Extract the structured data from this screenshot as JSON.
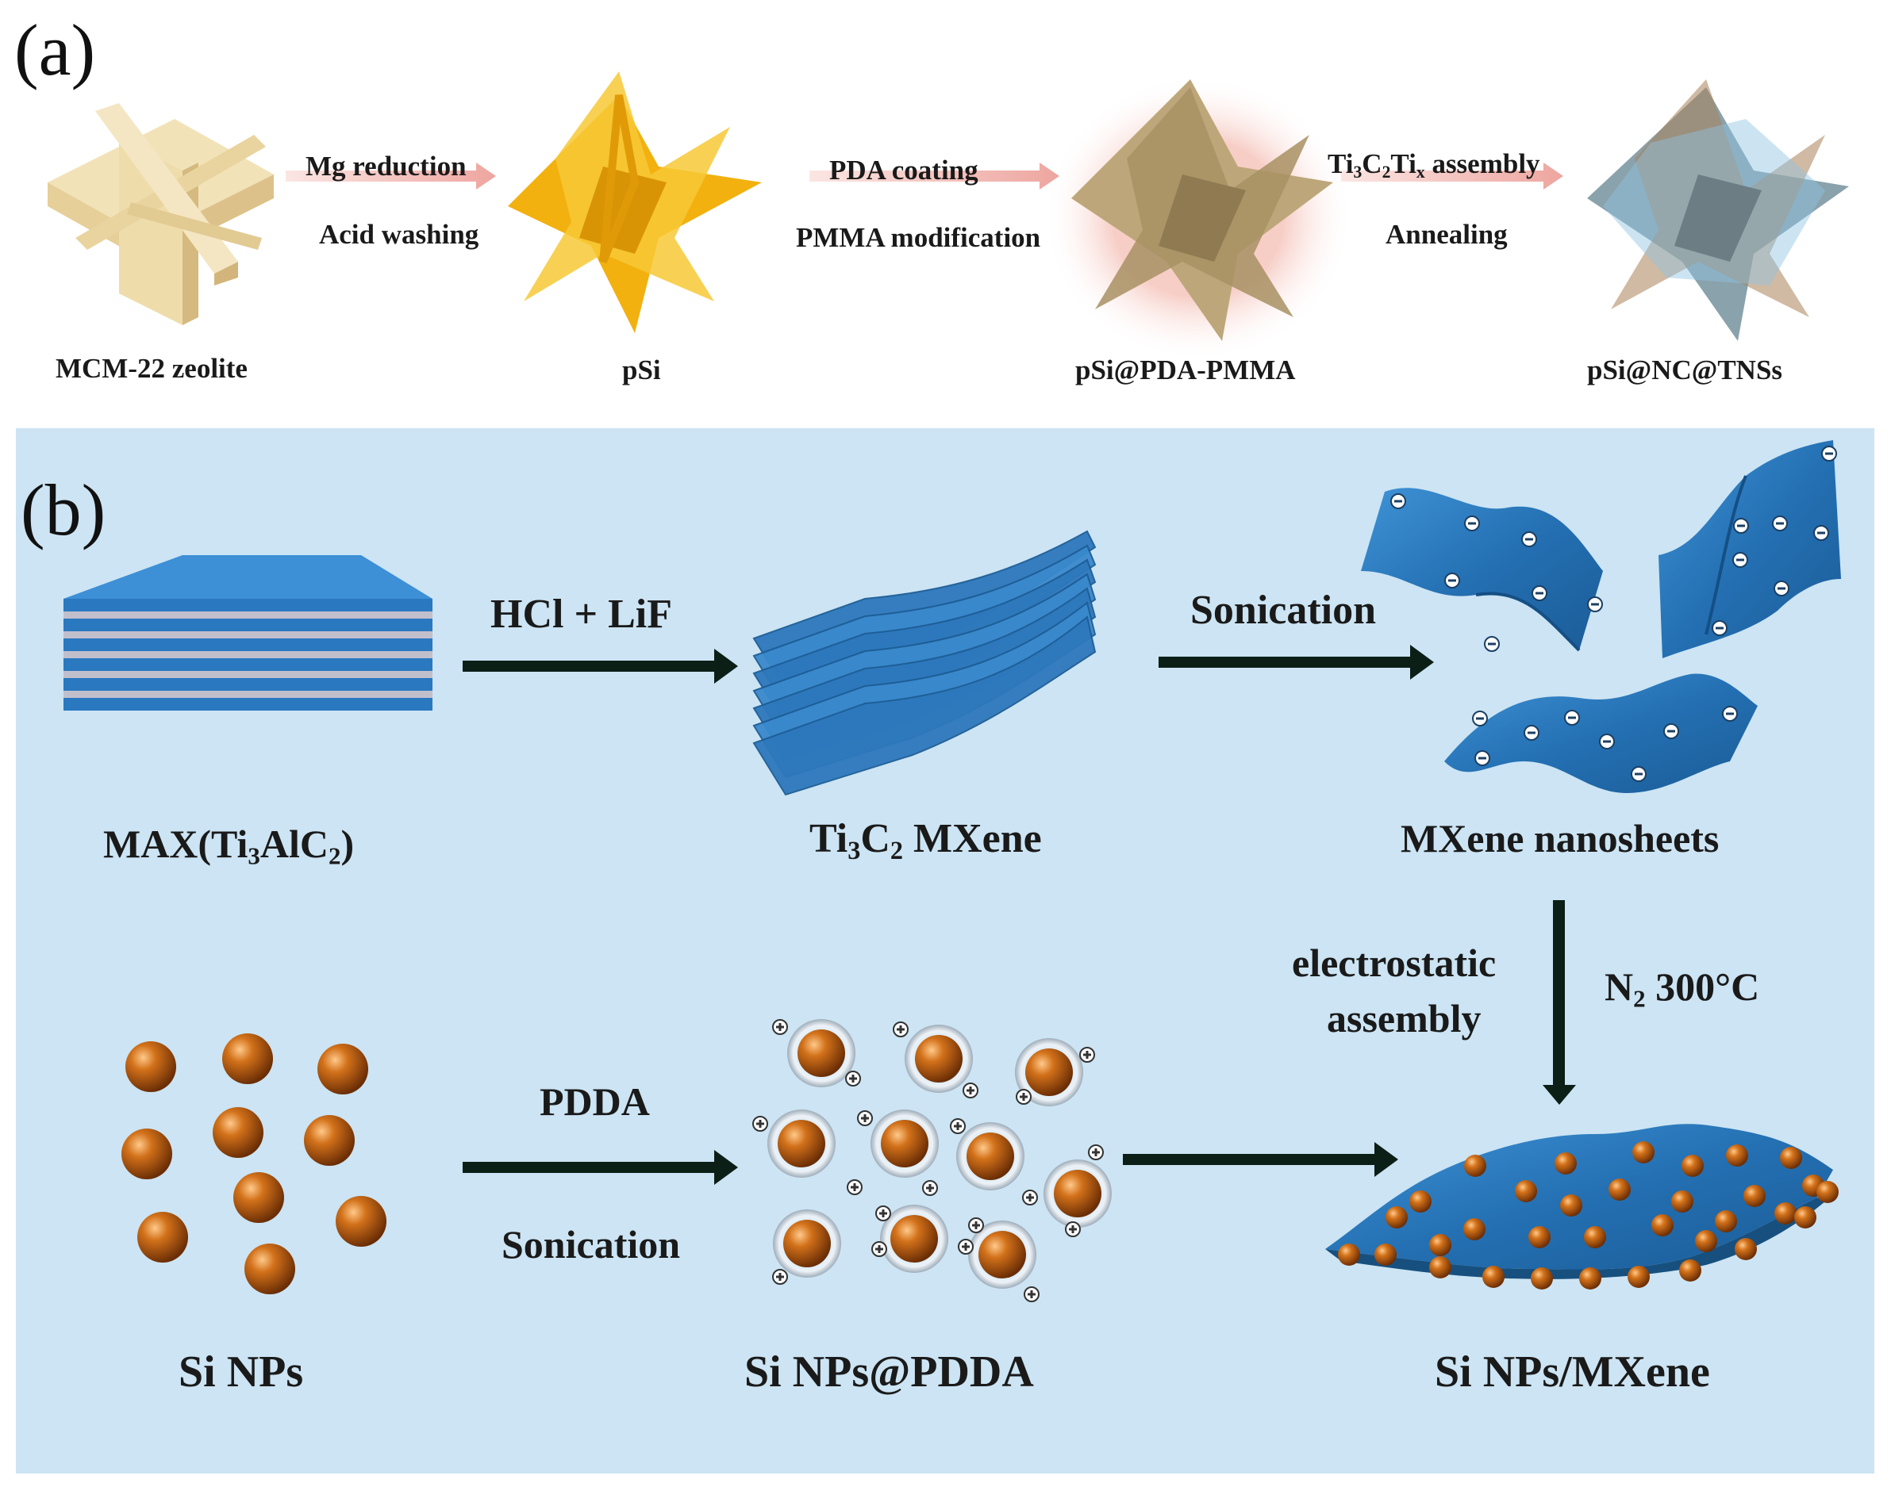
{
  "panel_a": {
    "letter": "(a)",
    "items": [
      {
        "label": "MCM-22 zeolite"
      },
      {
        "label": "pSi"
      },
      {
        "label": "pSi@PDA-PMMA"
      },
      {
        "label": "pSi@NC@TNSs"
      }
    ],
    "steps": [
      {
        "top": "Mg reduction",
        "bottom": "Acid washing"
      },
      {
        "top": "PDA coating",
        "bottom": "PMMA modification"
      },
      {
        "top_parts": [
          "Ti",
          "3",
          "C",
          "2",
          "Ti",
          "x",
          " assembly"
        ],
        "bottom": "Annealing"
      }
    ]
  },
  "panel_b": {
    "letter": "(b)",
    "background": "#cce4f3",
    "max_label_parts": [
      "MAX(Ti",
      "3",
      "AlC",
      "2",
      ")"
    ],
    "ti3c2_label_parts": [
      "Ti",
      "3",
      "C",
      "2",
      " MXene"
    ],
    "nanosheets_label": "MXene nanosheets",
    "step1": "HCl + LiF",
    "step2": "Sonication",
    "vertical_left": [
      "electrostatic",
      "assembly"
    ],
    "vertical_right_parts": [
      "N",
      "2",
      " 300°C"
    ],
    "si_nps_label": "Si NPs",
    "step3_top": "PDDA",
    "step3_bottom": "Sonication",
    "si_pdda_label": "Si NPs@PDDA",
    "composite_label": "Si NPs/MXene"
  },
  "colors": {
    "panel_bg": "#cce4f3",
    "mxene_blue": "#2a7dc2",
    "max_gray": "#b9b6c6",
    "particle": "#c6620e",
    "arrow": "#0b1f17",
    "zeolite": "#ecd8a6",
    "psi": "#f0b416",
    "pda": "#b39e74",
    "tns": "#7e9fb3"
  }
}
